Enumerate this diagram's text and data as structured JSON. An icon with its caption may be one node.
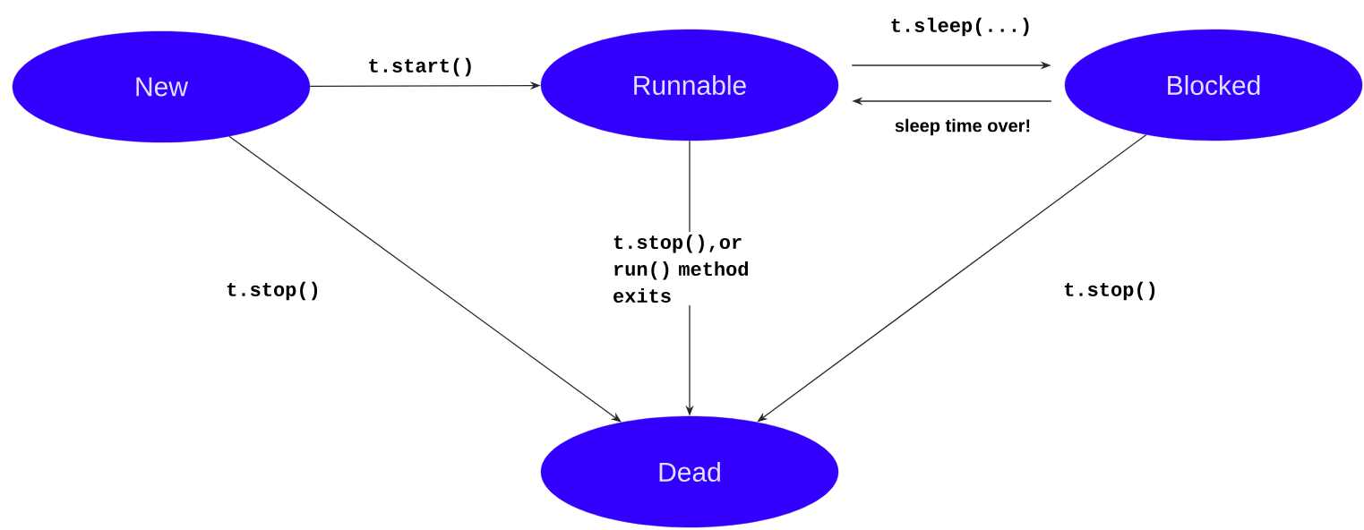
{
  "diagram": {
    "nodes": [
      {
        "text": [
          "New"
        ]
      },
      {
        "text": [
          "Runnable"
        ]
      },
      {
        "text": [
          "Blocked"
        ]
      },
      {
        "text": [
          "Dead"
        ]
      }
    ],
    "edges": [
      {
        "from": 0,
        "to": 1,
        "arrow": "to",
        "label": "t.start()"
      },
      {
        "from": 1,
        "to": 2,
        "arrow": "to",
        "label": "t.sleep(...)"
      },
      {
        "from": 2,
        "to": 1,
        "arrow": "to",
        "label": "sleep time over!"
      },
      {
        "from": 0,
        "to": 3,
        "arrow": "to",
        "label": "t.stop()"
      },
      {
        "from": 1,
        "to": 3,
        "arrow": "to",
        "label": "t.stop(),or run() method exits"
      },
      {
        "from": 2,
        "to": 3,
        "arrow": "to",
        "label": "t.stop()"
      }
    ]
  }
}
